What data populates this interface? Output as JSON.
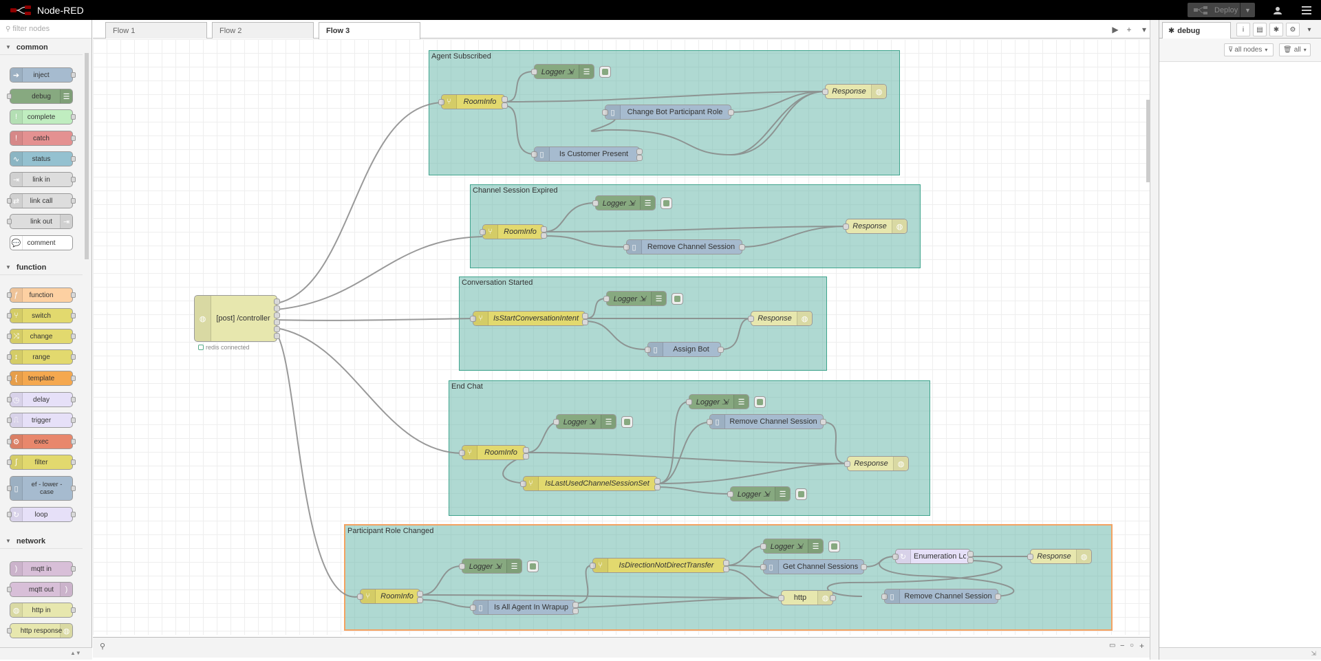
{
  "app": {
    "title": "Node-RED"
  },
  "header": {
    "deploy_label": "Deploy",
    "deploy_icon": "deploy-icon",
    "user_icon": "user-icon",
    "menu_icon": "hamburger-icon"
  },
  "palette": {
    "filter_placeholder": "filter nodes",
    "categories": [
      {
        "name": "common",
        "nodes": [
          "inject",
          "debug",
          "complete",
          "catch",
          "status",
          "link in",
          "link call",
          "link out",
          "comment"
        ]
      },
      {
        "name": "function",
        "nodes": [
          "function",
          "switch",
          "change",
          "range",
          "template",
          "delay",
          "trigger",
          "exec",
          "filter",
          "ef - lower - case",
          "loop"
        ]
      },
      {
        "name": "network",
        "nodes": [
          "mqtt in",
          "mqtt out",
          "http in",
          "http response"
        ]
      }
    ]
  },
  "tabs": [
    {
      "label": "Flow 1",
      "active": false
    },
    {
      "label": "Flow 2",
      "active": false
    },
    {
      "label": "Flow 3",
      "active": true
    }
  ],
  "flow": {
    "entry_node": {
      "label": "[post] /controller",
      "status": "redis connected",
      "status_color": "#5a8"
    },
    "groups": [
      {
        "label": "Agent Subscribed",
        "nodes": [
          "Logger ⇲",
          "RoomInfo",
          "Response",
          "Change Bot Participant Role",
          "Is Customer Present"
        ]
      },
      {
        "label": "Channel Session Expired",
        "nodes": [
          "Logger ⇲",
          "RoomInfo",
          "Response",
          "Remove Channel Session"
        ]
      },
      {
        "label": "Conversation Started",
        "nodes": [
          "Logger ⇲",
          "IsStartConversationIntent",
          "Response",
          "Assign Bot"
        ]
      },
      {
        "label": "End Chat",
        "nodes": [
          "Logger ⇲",
          "Logger ⇲",
          "Remove Channel Session",
          "RoomInfo",
          "Response",
          "IsLastUsedChannelSessionSet",
          "Logger ⇲"
        ]
      },
      {
        "label": "Participant Role Changed",
        "nodes": [
          "Logger ⇲",
          "Logger ⇲",
          "Get Channel Sessions",
          "Enumeration Loop",
          "Response",
          "IsDirectionNotDirectTransfer",
          "RoomInfo",
          "Is All Agent In Wrapup",
          "http",
          "Remove Channel Session"
        ]
      }
    ]
  },
  "sidebar": {
    "active_tab": "debug",
    "filter_nodes": "all nodes",
    "filter_clear": "all",
    "tab_icons": [
      "info-icon",
      "book-icon",
      "bug-icon",
      "gear-icon",
      "chevron-down-icon"
    ]
  },
  "colors": {
    "group_fill": "#5fb3a6",
    "switch": "#e2d96e",
    "debug": "#87a980",
    "http": "#e7e7ae",
    "template": "#a6bbcf",
    "loop": "#e6e0f8"
  }
}
